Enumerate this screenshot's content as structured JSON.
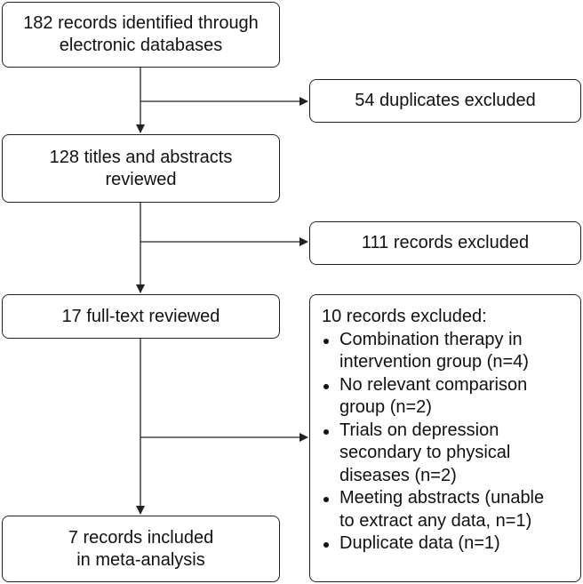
{
  "flow": {
    "identified": [
      "182 records identified through",
      "electronic databases"
    ],
    "duplicates_excluded": "54 duplicates excluded",
    "screened": [
      "128 titles and abstracts",
      "reviewed"
    ],
    "records_excluded": "111 records excluded",
    "full_text": "17 full-text reviewed",
    "fulltext_excluded": {
      "heading": "10 records excluded:",
      "reasons": [
        [
          "Combination therapy in",
          "intervention group (n=4)"
        ],
        [
          "No relevant comparison",
          "group (n=2)"
        ],
        [
          "Trials on depression",
          "secondary to physical",
          "diseases (n=2)"
        ],
        [
          "Meeting abstracts (unable",
          "to extract any data, n=1)"
        ],
        [
          "Duplicate data (n=1)"
        ]
      ]
    },
    "included": [
      "7 records included",
      "in meta-analysis"
    ]
  }
}
